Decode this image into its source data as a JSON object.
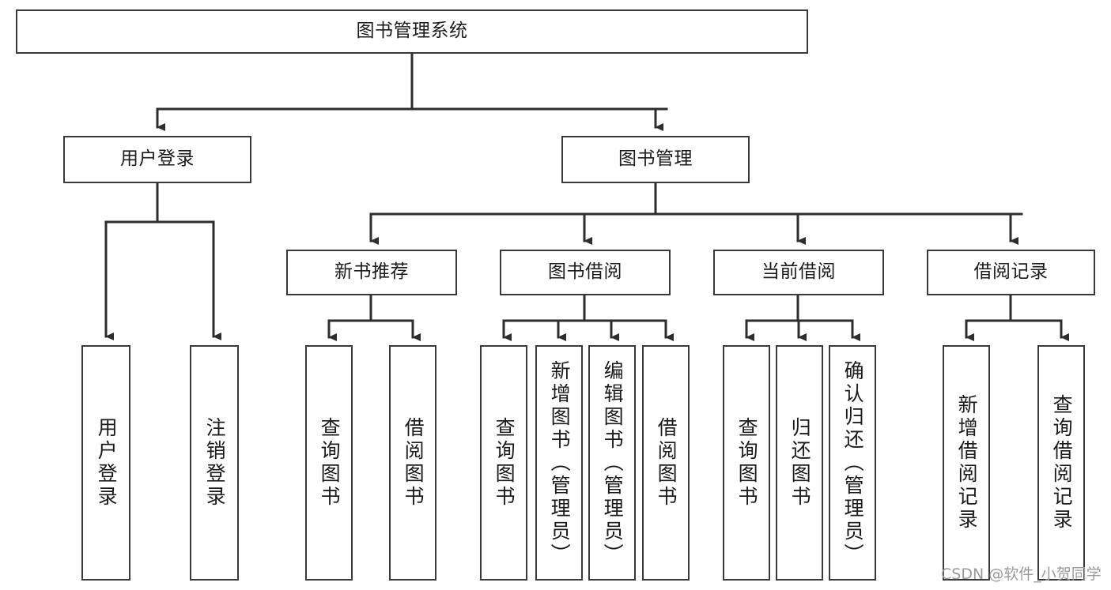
{
  "diagram": {
    "title": "图书管理系统",
    "type": "tree",
    "root": {
      "id": "root",
      "label": "图书管理系统"
    },
    "levels": [
      {
        "name": "level-1",
        "nodes": [
          {
            "id": "user-login",
            "label": "用户登录",
            "parent": "root"
          },
          {
            "id": "book-manage",
            "label": "图书管理",
            "parent": "root"
          }
        ]
      },
      {
        "name": "level-2",
        "nodes": [
          {
            "id": "new-book-rec",
            "label": "新书推荐",
            "parent": "book-manage"
          },
          {
            "id": "book-borrow",
            "label": "图书借阅",
            "parent": "book-manage"
          },
          {
            "id": "current-borrow",
            "label": "当前借阅",
            "parent": "book-manage"
          },
          {
            "id": "borrow-record",
            "label": "借阅记录",
            "parent": "book-manage"
          }
        ]
      },
      {
        "name": "leaves",
        "nodes": [
          {
            "id": "leaf-user-login",
            "label": "用户登录",
            "parent": "user-login"
          },
          {
            "id": "leaf-user-logout",
            "label": "注销登录",
            "parent": "user-login"
          },
          {
            "id": "leaf-rec-query",
            "label": "查询图书",
            "parent": "new-book-rec"
          },
          {
            "id": "leaf-rec-borrow",
            "label": "借阅图书",
            "parent": "new-book-rec"
          },
          {
            "id": "leaf-borrow-query",
            "label": "查询图书",
            "parent": "book-borrow"
          },
          {
            "id": "leaf-borrow-add",
            "label": "新增图书（管理员）",
            "parent": "book-borrow"
          },
          {
            "id": "leaf-borrow-edit",
            "label": "编辑图书（管理员）",
            "parent": "book-borrow"
          },
          {
            "id": "leaf-borrow-do",
            "label": "借阅图书",
            "parent": "book-borrow"
          },
          {
            "id": "leaf-cur-query",
            "label": "查询图书",
            "parent": "current-borrow"
          },
          {
            "id": "leaf-cur-return",
            "label": "归还图书",
            "parent": "current-borrow"
          },
          {
            "id": "leaf-cur-confirm",
            "label": "确认归还（管理员）",
            "parent": "current-borrow"
          },
          {
            "id": "leaf-rec-add",
            "label": "新增借阅记录",
            "parent": "borrow-record"
          },
          {
            "id": "leaf-rec-search",
            "label": "查询借阅记录",
            "parent": "borrow-record"
          }
        ]
      }
    ],
    "colors": {
      "box_border": "#3a3a3a",
      "box_fill": "#ffffff",
      "edge": "#2d2d2d",
      "text": "#1b1b1b",
      "watermark": "#9a9a9a"
    }
  },
  "watermark": {
    "text": "CSDN @软件_小贺同学"
  }
}
